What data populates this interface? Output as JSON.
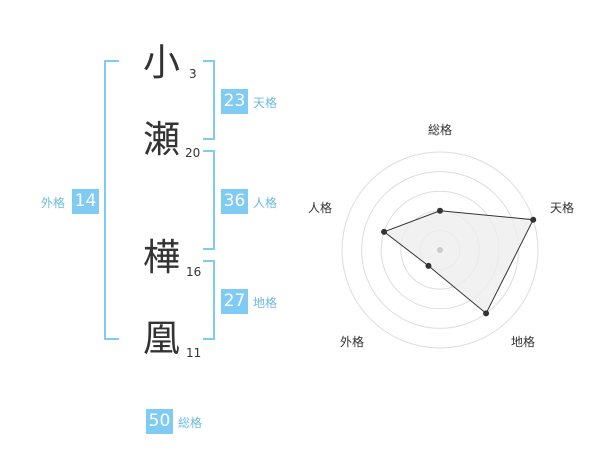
{
  "colors": {
    "badge": "#7fcbf4",
    "badge_label": "#6bbbe3",
    "bracket": "#7fcbf4",
    "text": "#333333",
    "radar_grid": "#dddddd",
    "radar_fill": "#eeeeee",
    "radar_line": "#333333"
  },
  "name": {
    "characters": [
      {
        "char": "小",
        "strokes": "3"
      },
      {
        "char": "瀬",
        "strokes": "20"
      },
      {
        "char": "樺",
        "strokes": "16"
      },
      {
        "char": "凰",
        "strokes": "11"
      }
    ]
  },
  "fortunes": {
    "tenkaku": {
      "value": "23",
      "label": "天格"
    },
    "jinkaku": {
      "value": "36",
      "label": "人格"
    },
    "chikaku": {
      "value": "27",
      "label": "地格"
    },
    "gaikaku": {
      "value": "14",
      "label": "外格"
    },
    "soukaku": {
      "value": "50",
      "label": "総格"
    }
  },
  "chart_data": {
    "type": "radar",
    "axes": [
      "総格",
      "天格",
      "地格",
      "外格",
      "人格"
    ],
    "values": [
      0.4,
      1.0,
      0.8,
      0.2,
      0.6
    ],
    "rings": 5,
    "max": 1.0
  }
}
